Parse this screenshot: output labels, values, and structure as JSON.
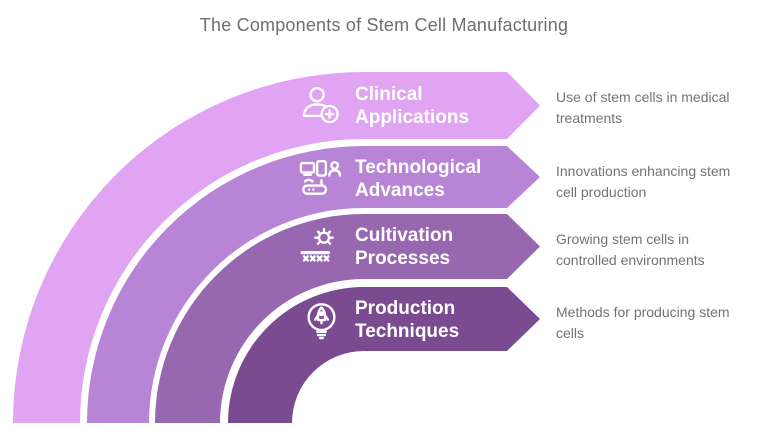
{
  "title": "The Components of Stem Cell Manufacturing",
  "colors": {
    "title_text": "#6e6e6e",
    "description_text": "#737373",
    "label_text": "#ffffff"
  },
  "bands": [
    {
      "label": "Clinical\nApplications",
      "description": "Use of stem cells in medical\ntreatments",
      "color": "#e0a4f2",
      "icon": "patient-medical-cross-icon"
    },
    {
      "label": "Technological\nAdvances",
      "description": "Innovations enhancing stem\ncell production",
      "color": "#b884d6",
      "icon": "connected-devices-icon"
    },
    {
      "label": "Cultivation\nProcesses",
      "description": "Growing stem cells in\ncontrolled environments",
      "color": "#9768b0",
      "icon": "sun-over-crops-icon"
    },
    {
      "label": "Production\nTechniques",
      "description": "Methods for producing stem\ncells",
      "color": "#7a4b91",
      "icon": "rocket-lightbulb-icon"
    }
  ]
}
